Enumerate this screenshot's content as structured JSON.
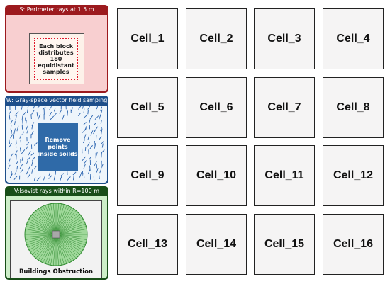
{
  "panels": {
    "s": {
      "title": "S: Perimeter rays at 1.5 m",
      "block_text": "Each block\ndistributes\n180 equidistant\nsamples",
      "color": "#9c1a1e"
    },
    "w": {
      "title": "W: Gray-space vector field samping",
      "block_text": "Remove points\ninside soilds",
      "color": "#1d4e8a"
    },
    "v": {
      "title": "V:Isovist rays within R=100 m",
      "block_text": "Buildings Obstruction",
      "color": "#184e18"
    }
  },
  "grid": {
    "cells": [
      "Cell_1",
      "Cell_2",
      "Cell_3",
      "Cell_4",
      "Cell_5",
      "Cell_6",
      "Cell_7",
      "Cell_8",
      "Cell_9",
      "Cell_10",
      "Cell_11",
      "Cell_12",
      "Cell_13",
      "Cell_14",
      "Cell_15",
      "Cell_16"
    ]
  }
}
